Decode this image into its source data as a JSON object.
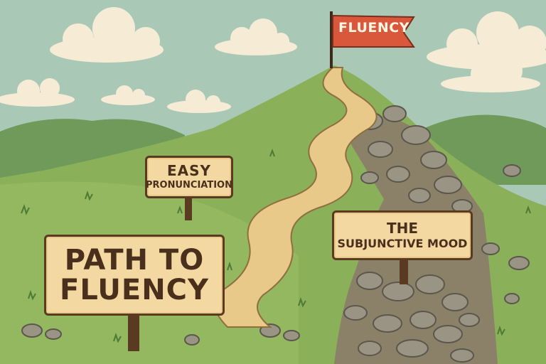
{
  "flag": {
    "label": "FLUENCY"
  },
  "signs": {
    "easy": {
      "line1": "EASY",
      "line2": "PRONUNCIATION"
    },
    "path": {
      "line1": "PATH TO",
      "line2": "FLUENCY"
    },
    "subjunctive": {
      "line1": "THE",
      "line2": "SUBJUNCTIVE MOOD"
    }
  },
  "colors": {
    "sky": "#a9c9b6",
    "cloud": "#f6ecd6",
    "hill_dark": "#6f9a5a",
    "hill_light": "#8bb05a",
    "path": "#e8c98a",
    "rock": "#8a8374",
    "sign": "#f3d9a1",
    "wood": "#5a3b22",
    "flag": "#d9573a"
  }
}
